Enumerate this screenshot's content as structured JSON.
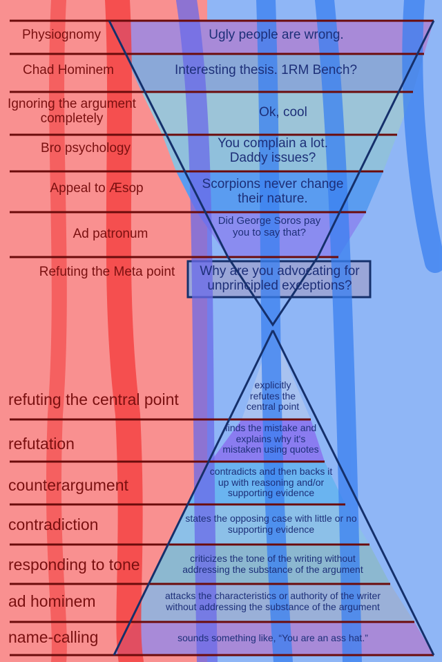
{
  "title": "Hierarchy of disagreement (inverted parody)",
  "colors": {
    "left_background": "#f99090",
    "right_background": "#8fb6f6",
    "line_color": "#6b0b0b",
    "shape_outline": "#15306b",
    "label_text": "#7a1010",
    "description_text": "#1d2f78"
  },
  "inverted_pyramid": {
    "levels": [
      {
        "label": "Physiognomy",
        "description": "Ugly people are wrong."
      },
      {
        "label": "Chad Hominem",
        "description": "Interesting thesis. 1RM Bench?"
      },
      {
        "label": "Ignoring the argument completely",
        "description": "Ok, cool"
      },
      {
        "label": "Bro psychology",
        "description": "You complain a lot. Daddy issues?"
      },
      {
        "label": "Appeal to Æsop",
        "description": "Scorpions never change their nature."
      },
      {
        "label": "Ad patronum",
        "description": "Did George Soros pay you to say that?"
      },
      {
        "label": "Refuting the Meta point",
        "description": "Why are you advocating for unprincipled exceptions?"
      }
    ]
  },
  "pyramid": {
    "levels": [
      {
        "label": "refuting the central point",
        "description": "explicitly refutes the central point"
      },
      {
        "label": "refutation",
        "description": "finds the mistake and explains why it's mistaken using quotes"
      },
      {
        "label": "counterargument",
        "description": "contradicts and then backs it up with reasoning and/or supporting evidence"
      },
      {
        "label": "contradiction",
        "description": "states the opposing case with little or no supporting evidence"
      },
      {
        "label": "responding to tone",
        "description": "criticizes the tone of the writing without addressing the substance of the argument"
      },
      {
        "label": "ad hominem",
        "description": "attacks the characteristics or authority of the writer without addressing the substance of the argument"
      },
      {
        "label": "name-calling",
        "description": "sounds something like, “You are an ass hat.”"
      }
    ]
  }
}
